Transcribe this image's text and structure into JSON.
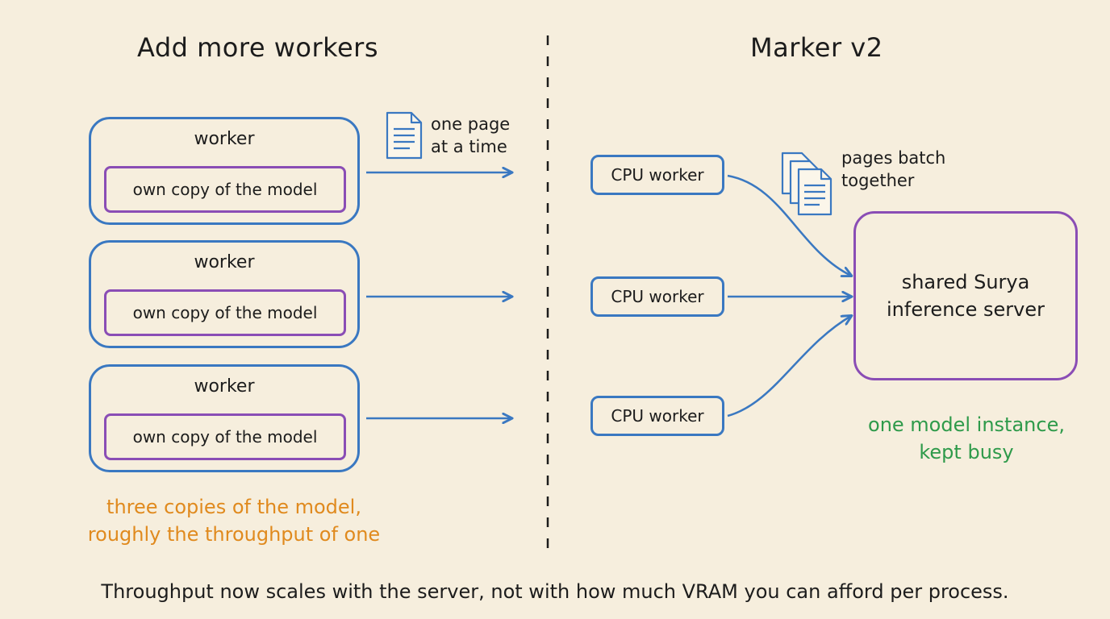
{
  "left": {
    "title": "Add more workers",
    "workers": [
      {
        "label": "worker",
        "model_label": "own copy of the model"
      },
      {
        "label": "worker",
        "model_label": "own copy of the model"
      },
      {
        "label": "worker",
        "model_label": "own copy of the model"
      }
    ],
    "note": [
      "one page",
      "at a time"
    ],
    "caption": [
      "three copies of the model,",
      "roughly the throughput of one"
    ]
  },
  "right": {
    "title": "Marker v2",
    "cpu_workers": [
      "CPU worker",
      "CPU worker",
      "CPU worker"
    ],
    "note": [
      "pages batch",
      "together"
    ],
    "server": [
      "shared Surya",
      "inference server"
    ],
    "caption": [
      "one model instance,",
      "kept busy"
    ]
  },
  "footer": "Throughput now scales with the server, not with how much VRAM you can afford per process.",
  "colors": {
    "background": "#f6eedd",
    "worker_blue": "#3a78c1",
    "model_purple": "#8a4db5",
    "caption_orange": "#e08a1e",
    "caption_green": "#2e9a4a"
  },
  "icons": [
    "document-icon",
    "stacked-documents-icon"
  ]
}
